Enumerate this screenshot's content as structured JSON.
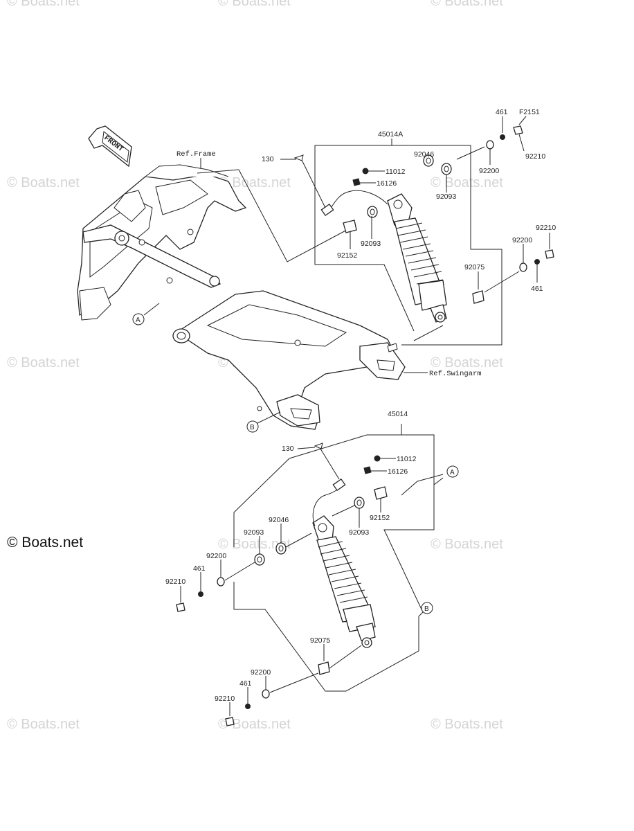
{
  "watermark": {
    "text": "© Boats.net",
    "main_text": "© Boats.net"
  },
  "front_arrow": {
    "label": "FRONT"
  },
  "refs": {
    "frame": "Ref.Frame",
    "swingarm": "Ref.Swingarm"
  },
  "callouts": {
    "a": "A",
    "b": "B"
  },
  "upper_assembly": {
    "group": "45014A",
    "labels": {
      "p130": "130",
      "p11012": "11012",
      "p16126": "16126",
      "p92046": "92046",
      "p92093a": "92093",
      "p92093b": "92093",
      "p92152": "92152",
      "p461a": "461",
      "pF2151": "F2151",
      "p92210a": "92210",
      "p92200a": "92200",
      "p92210b": "92210",
      "p92200b": "92200",
      "p461b": "461",
      "p92075": "92075"
    }
  },
  "lower_assembly": {
    "group": "45014",
    "labels": {
      "p130": "130",
      "p11012": "11012",
      "p16126": "16126",
      "p92152": "92152",
      "p92093a": "92093",
      "p92046": "92046",
      "p92093b": "92093",
      "p92200a": "92200",
      "p461a": "461",
      "p92210a": "92210",
      "p92075": "92075",
      "p92200b": "92200",
      "p461b": "461",
      "p92210b": "92210"
    }
  }
}
